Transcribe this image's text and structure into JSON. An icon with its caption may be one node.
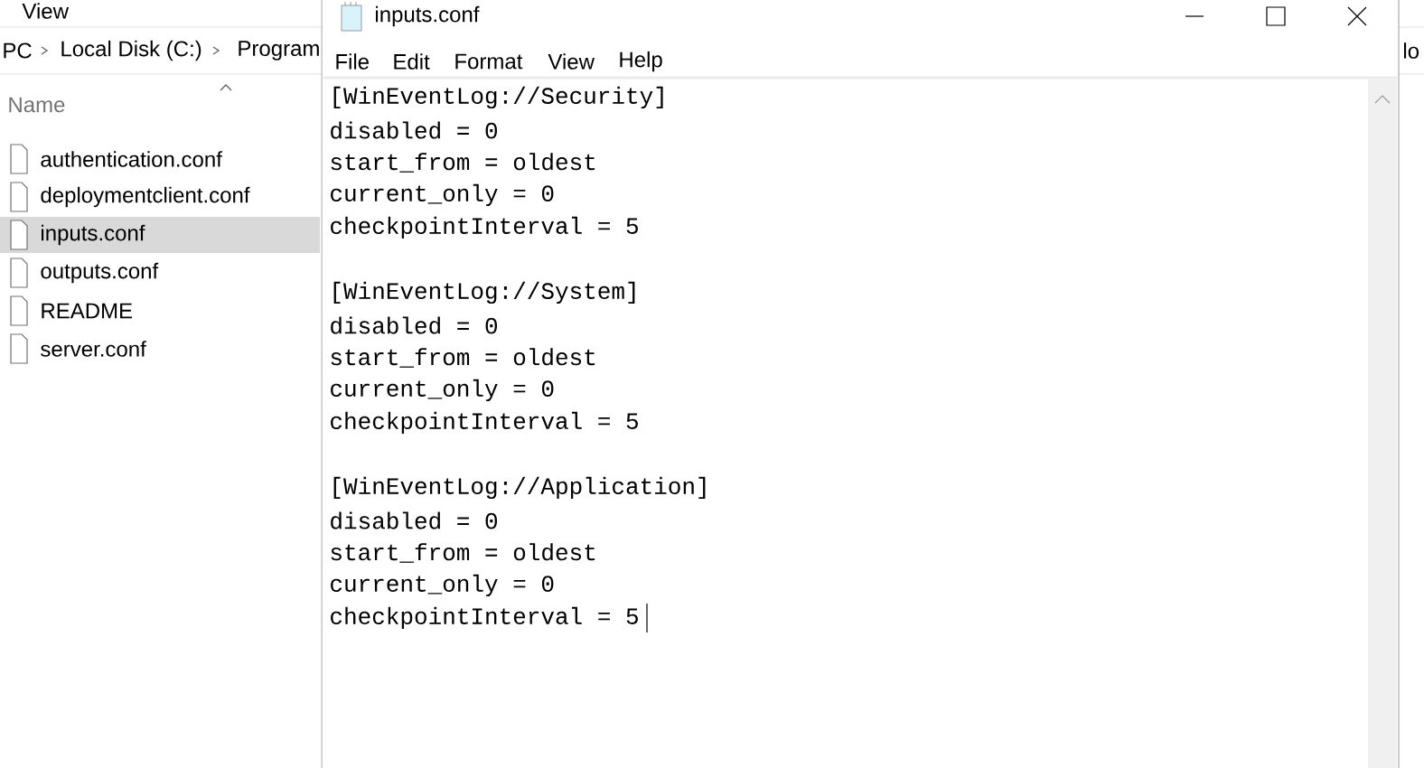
{
  "diagram": {
    "labels": [
      "View",
      "PC",
      "Local Disk (C:)",
      "Program",
      "Name",
      "authentication.conf",
      "deploymentclient.conf",
      "inputs.conf",
      "outputs.conf",
      "README",
      "server.conf",
      "inputs.conf",
      "lo",
      "File",
      "Edit",
      "Format",
      "View",
      "Help",
      "[WinEventLog://Security]",
      "disabled = 0",
      "start_from = oldest",
      "current_only = 0",
      "checkpointInterval = 5",
      "[WinEventLog://System]",
      "disabled = 0",
      "start_from = oldest",
      "current_only = 0",
      "checkpointInterval = 5",
      "[WinEventLog://Application]",
      "disabled = 0",
      "start_from = oldest",
      "current_only = 0",
      "checkpointInterval = 5"
    ]
  }
}
